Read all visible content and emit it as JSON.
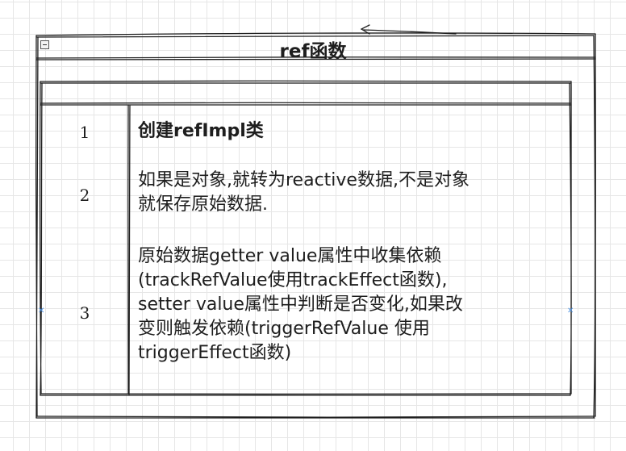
{
  "title": "ref函数",
  "rows": [
    {
      "number": "1",
      "text": "创建refImpl类"
    },
    {
      "number": "2",
      "text": "如果是对象,就转为reactive数据,不是对象就保存原始数据."
    },
    {
      "number": "3",
      "text": "原始数据getter value属性中收集依赖(trackRefValue使用trackEffect函数),setter value属性中判断是否变化,如果改变则触发依赖(triggerRefValue 使用triggerEffect函数)"
    }
  ],
  "lines": {
    "row2": [
      "如果是对象,就转为reactive数据,不是对象",
      "就保存原始数据."
    ],
    "row3": [
      "原始数据getter value属性中收集依赖",
      "(trackRefValue使用trackEffect函数),",
      "setter value属性中判断是否变化,如果改",
      "变则触发依赖(triggerRefValue 使用",
      "triggerEffect函数)"
    ]
  },
  "colors": {
    "stroke": "#1e1e1e",
    "grid": "#e6e6e6",
    "handle": "#4a90e2"
  },
  "icons": {
    "collapse": "collapse-minus-icon",
    "arrow": "arrowhead-icon"
  }
}
